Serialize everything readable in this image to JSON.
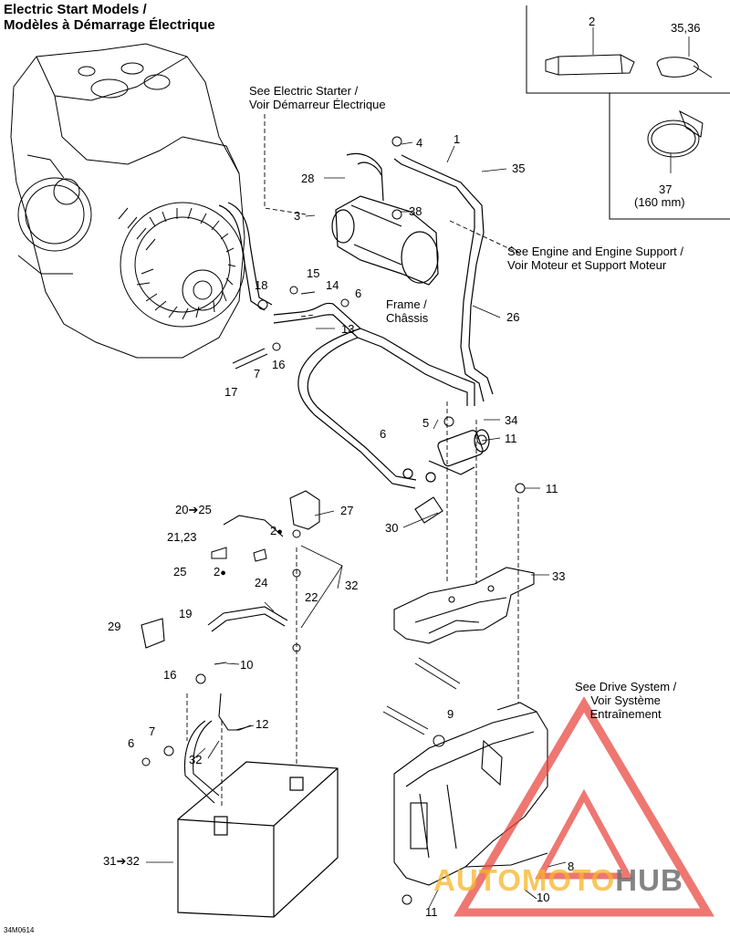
{
  "title": {
    "line1": "Electric Start Models /",
    "line2": "Modèles à Démarrage Électrique"
  },
  "notes": {
    "electric_starter": [
      "See Electric Starter /",
      "Voir Démarreur Électrique"
    ],
    "engine_support": [
      "See Engine and Engine Support /",
      "Voir Moteur et Support Moteur"
    ],
    "frame": [
      "Frame /",
      "Châssis"
    ],
    "drive_system": [
      "See Drive System /",
      "Voir Système",
      "Entraînement"
    ],
    "clamp_size": "(160 mm)"
  },
  "callouts": {
    "n1": "1",
    "n2": "2",
    "n3": "3",
    "n4": "4",
    "n5": "5",
    "n6a": "6",
    "n6b": "6",
    "n6c": "6",
    "n7a": "7",
    "n7b": "7",
    "n8": "8",
    "n9": "9",
    "n10a": "10",
    "n10b": "10",
    "n11a": "11",
    "n11b": "11",
    "n11c": "11",
    "n12": "12",
    "n13": "13",
    "n14": "14",
    "n15": "15",
    "n16a": "16",
    "n16b": "16",
    "n17": "17",
    "n18": "18",
    "n19": "19",
    "n20_25": "20➔25",
    "n21_23": "21,23",
    "n22": "22",
    "n24": "24",
    "n25": "25",
    "n26": "26",
    "n27": "27",
    "n28": "28",
    "n29": "29",
    "n30": "30",
    "n31_32": "31➔32",
    "n32a": "32",
    "n32b": "32",
    "n33": "33",
    "n34": "34",
    "n35": "35",
    "n35_36": "35,36",
    "n37": "37",
    "n38": "38",
    "n2a": "2",
    "n2b": "2"
  },
  "drawing_code": "34M0614",
  "watermark": {
    "part1": "AUTO",
    "part2": "MOTO",
    "part3": "HUB"
  },
  "colors": {
    "line": "#000000",
    "watermark_red": "#e8433c",
    "watermark_orange": "#f5b428",
    "watermark_gray": "#6e6e6e"
  }
}
